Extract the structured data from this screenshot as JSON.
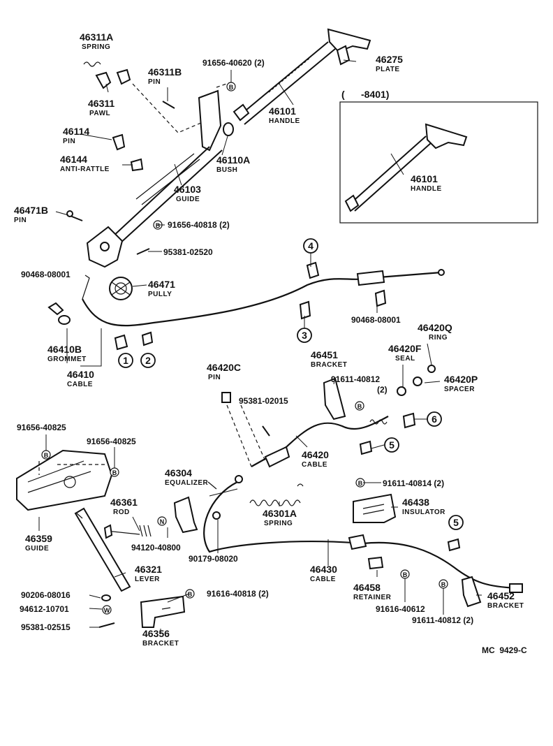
{
  "diagram_code": "MC  9429-C",
  "inset_label": "(      -8401)",
  "parts": {
    "p46311A": {
      "number": "46311A",
      "name": "SPRING"
    },
    "p46311B": {
      "number": "46311B",
      "name": "PIN"
    },
    "p46311": {
      "number": "46311",
      "name": "PAWL"
    },
    "p91656_40620": {
      "number": "91656-40620 (2)"
    },
    "p46275": {
      "number": "46275",
      "name": "PLATE"
    },
    "p46101": {
      "number": "46101",
      "name": "HANDLE"
    },
    "p46101_inset": {
      "number": "46101",
      "name": "HANDLE"
    },
    "p46114": {
      "number": "46114",
      "name": "PIN"
    },
    "p46144": {
      "number": "46144",
      "name": "ANTI-RATTLE"
    },
    "p46110A": {
      "number": "46110A",
      "name": "BUSH"
    },
    "p46103": {
      "number": "46103",
      "name": "GUIDE"
    },
    "p46471B": {
      "number": "46471B",
      "name": "PIN"
    },
    "p91656_40818": {
      "number": "91656-40818 (2)"
    },
    "p95381_02520": {
      "number": "95381-02520"
    },
    "p90468_08001_a": {
      "number": "90468-08001"
    },
    "p46471": {
      "number": "46471",
      "name": "PULLY"
    },
    "p90468_08001_b": {
      "number": "90468-08001"
    },
    "p46420Q": {
      "number": "46420Q",
      "name": "RING"
    },
    "p46410B": {
      "number": "46410B",
      "name": "GROMMET"
    },
    "p46410": {
      "number": "46410",
      "name": "CABLE"
    },
    "p46451": {
      "number": "46451",
      "name": "BRACKET"
    },
    "p46420F": {
      "number": "46420F",
      "name": "SEAL"
    },
    "p91611_40812_a": {
      "number": "91611-40812",
      "qty": "(2)"
    },
    "p46420P": {
      "number": "46420P",
      "name": "SPACER"
    },
    "p46420C": {
      "number": "46420C",
      "name": "PIN"
    },
    "p95381_02015": {
      "number": "95381-02015"
    },
    "p91656_40825_a": {
      "number": "91656-40825"
    },
    "p91656_40825_b": {
      "number": "91656-40825"
    },
    "p46420": {
      "number": "46420",
      "name": "CABLE"
    },
    "p46304": {
      "number": "46304",
      "name": "EQUALIZER"
    },
    "p91611_40814": {
      "number": "91611-40814 (2)"
    },
    "p46438": {
      "number": "46438",
      "name": "INSULATOR"
    },
    "p46361": {
      "number": "46361",
      "name": "ROD"
    },
    "p46301A": {
      "number": "46301A",
      "name": "SPRING"
    },
    "p46359": {
      "number": "46359",
      "name": "GUIDE"
    },
    "p94120_40800": {
      "number": "94120-40800"
    },
    "p90179_08020": {
      "number": "90179-08020"
    },
    "p46321": {
      "number": "46321",
      "name": "LEVER"
    },
    "p46430": {
      "number": "46430",
      "name": "CABLE"
    },
    "p46458": {
      "number": "46458",
      "name": "RETAINER"
    },
    "p46452": {
      "number": "46452",
      "name": "BRACKET"
    },
    "p90206_08016": {
      "number": "90206-08016"
    },
    "p91616_40818": {
      "number": "91616-40818 (2)"
    },
    "p94612_10701": {
      "number": "94612-10701"
    },
    "p95381_02515": {
      "number": "95381-02515"
    },
    "p46356": {
      "number": "46356",
      "name": "BRACKET"
    },
    "p91616_40612": {
      "number": "91616-40612"
    },
    "p91611_40812_b": {
      "number": "91611-40812 (2)"
    }
  },
  "callouts": {
    "c1": "1",
    "c2": "2",
    "c3": "3",
    "c4": "4",
    "c5a": "5",
    "c5b": "5",
    "c6": "6"
  },
  "symbols": {
    "bolt": "B",
    "nut": "N",
    "washer": "W"
  }
}
